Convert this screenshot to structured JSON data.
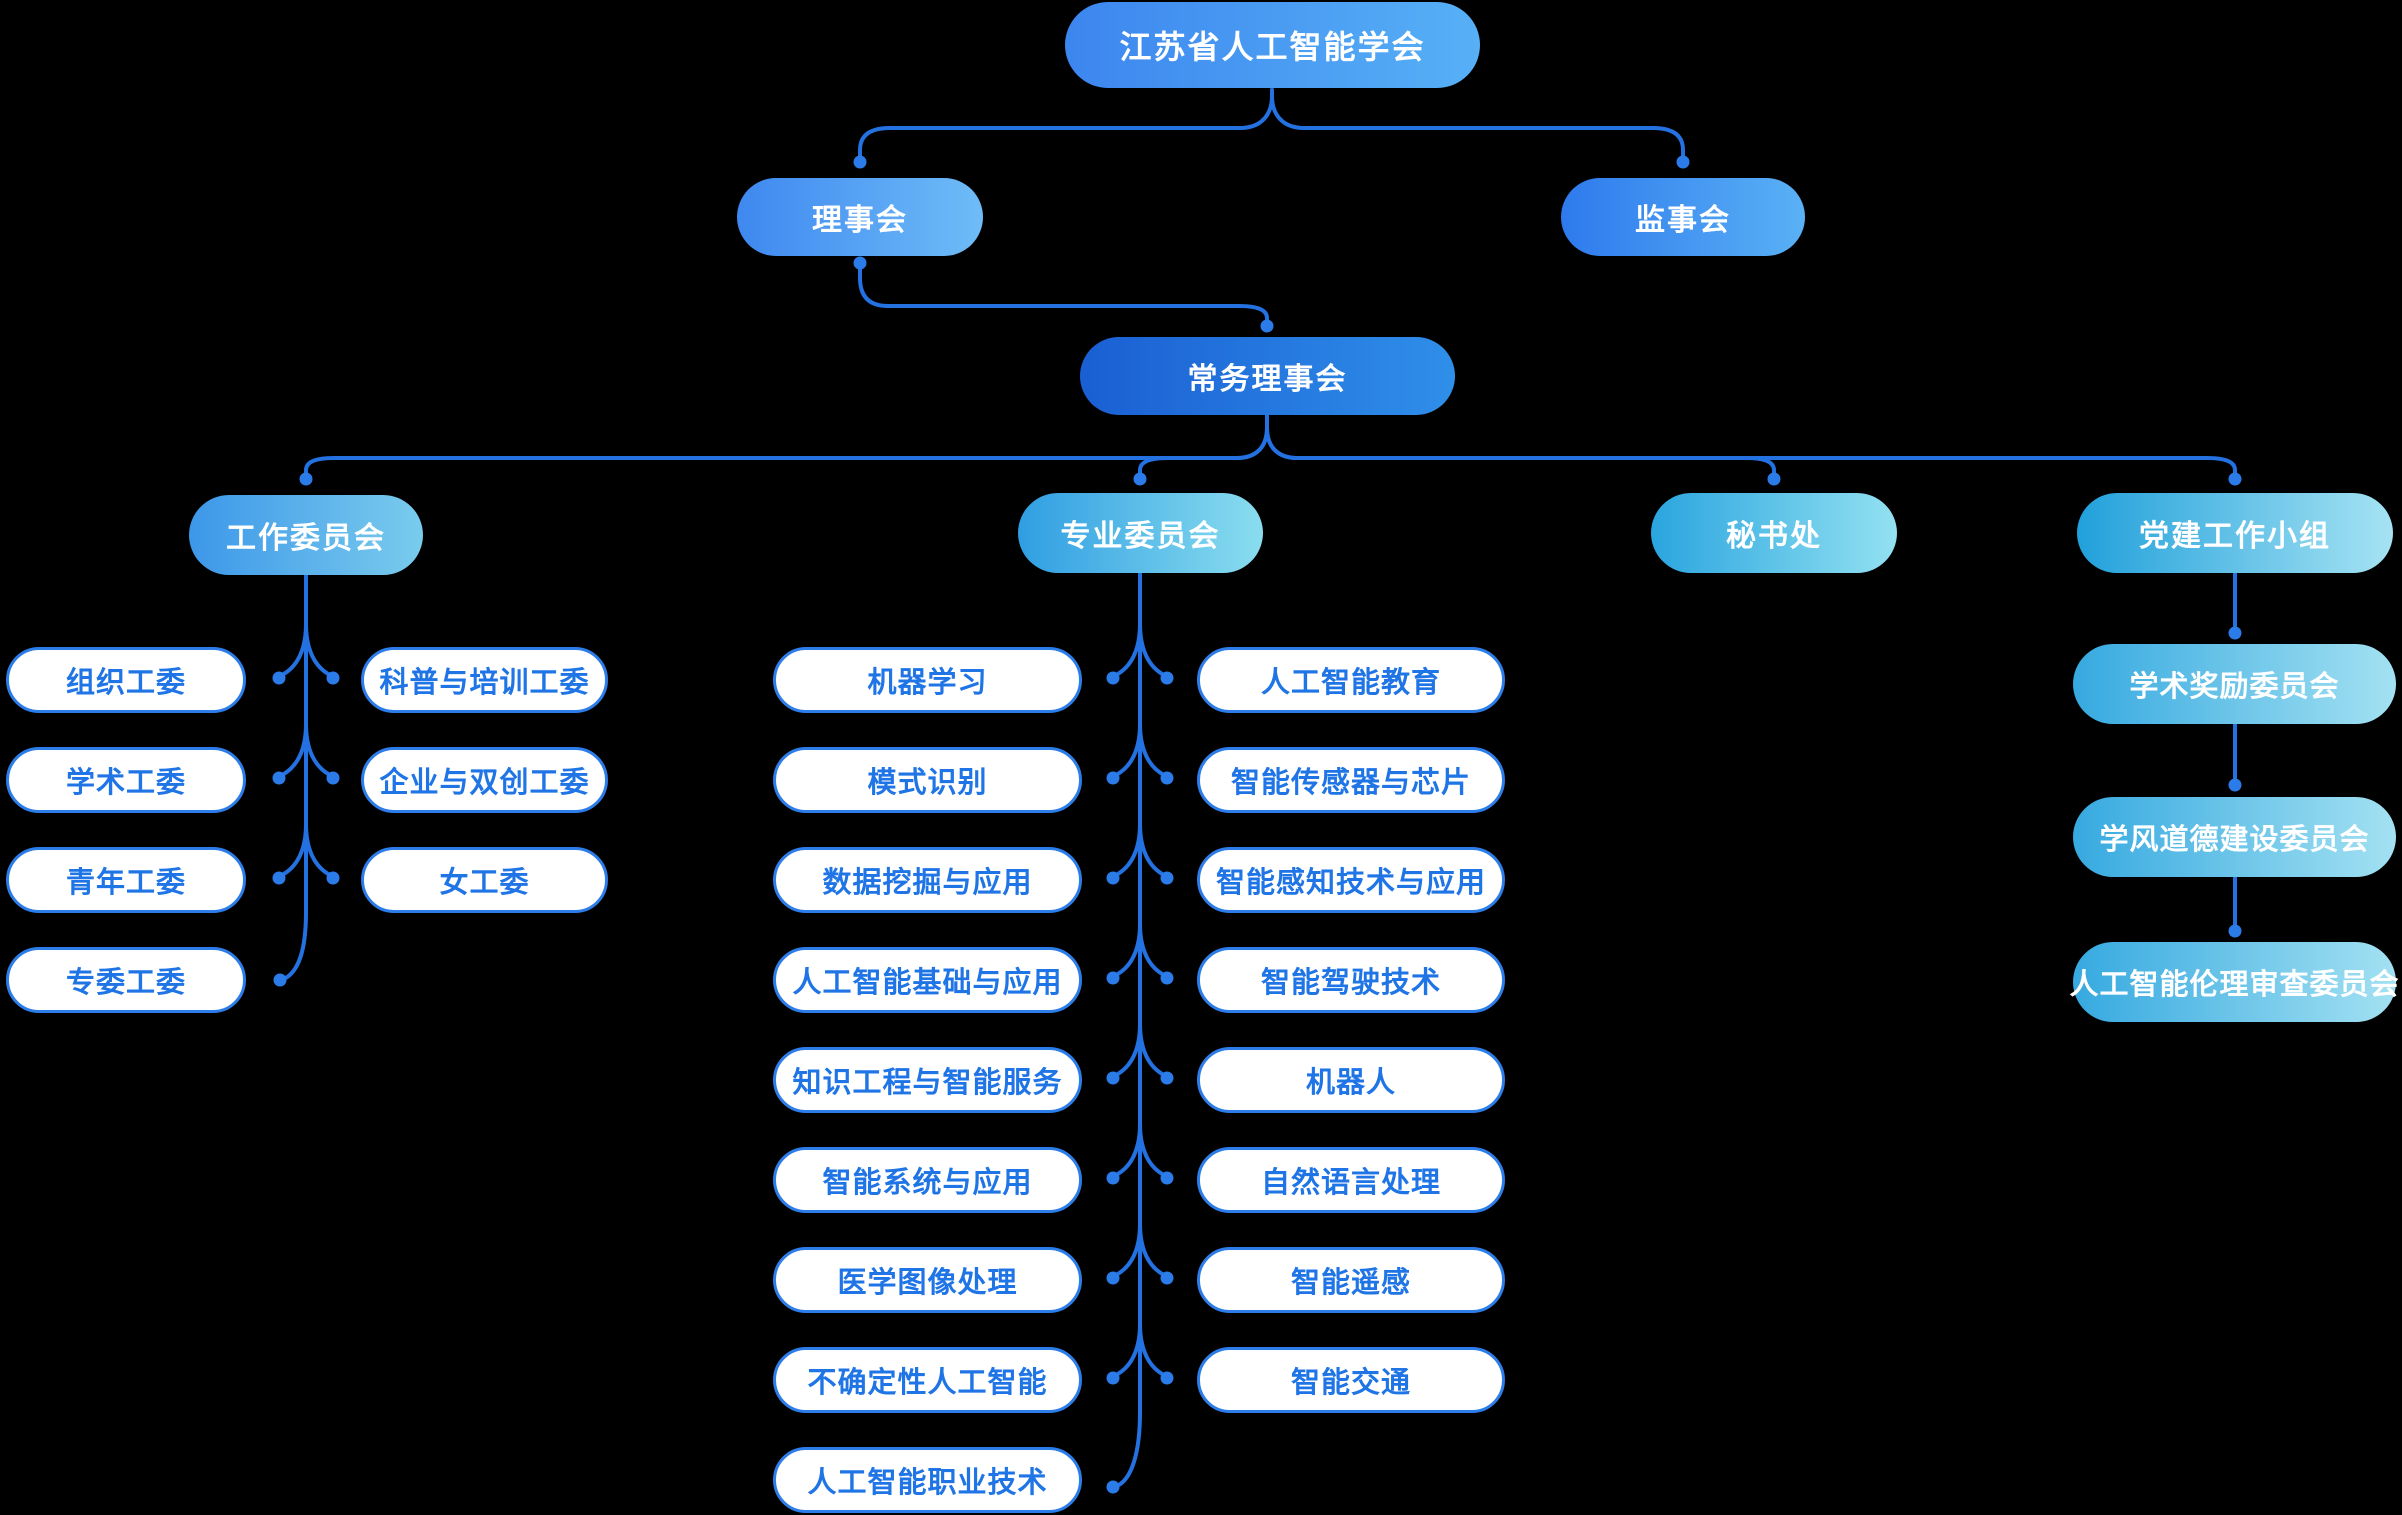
{
  "org": {
    "root": "江苏省人工智能学会",
    "council": "理事会",
    "supervisors": "监事会",
    "standing_council": "常务理事会",
    "branches": {
      "work": "工作委员会",
      "professional": "专业委员会",
      "secretariat": "秘书处",
      "party": "党建工作小组"
    },
    "work_committees": {
      "left": [
        "组织工委",
        "学术工委",
        "青年工委",
        "专委工委"
      ],
      "right": [
        "科普与培训工委",
        "企业与双创工委",
        "女工委"
      ]
    },
    "professional_committees": {
      "left": [
        "机器学习",
        "模式识别",
        "数据挖掘与应用",
        "人工智能基础与应用",
        "知识工程与智能服务",
        "智能系统与应用",
        "医学图像处理",
        "不确定性人工智能",
        "人工智能职业技术"
      ],
      "right": [
        "人工智能教育",
        "智能传感器与芯片",
        "智能感知技术与应用",
        "智能驾驶技术",
        "机器人",
        "自然语言处理",
        "智能遥感",
        "智能交通"
      ]
    },
    "party_committees": [
      "学术奖励委员会",
      "学风道德建设委员会",
      "人工智能伦理审查委员会"
    ]
  },
  "colors": {
    "background": "#000000",
    "line": "#2472E2",
    "dot": "#2B7BE8",
    "leaf_border": "#2C7DE9",
    "leaf_text": "#1F74E6",
    "gradients": {
      "root": [
        "#3C86EF",
        "#57B0F6"
      ],
      "council": [
        "#3E88F0",
        "#6FBCF7"
      ],
      "supervisors": [
        "#2E7AED",
        "#5AB1F5"
      ],
      "standing": [
        "#1A5FD3",
        "#2F8FE9"
      ],
      "work": [
        "#3D97E9",
        "#79CCEC"
      ],
      "professional": [
        "#2F9EE2",
        "#8ADDEF"
      ],
      "secretariat": [
        "#2AA5DF",
        "#93E1F1"
      ],
      "party": [
        "#21A0DB",
        "#A6E3F3"
      ],
      "party_leaf": [
        "#36A9E0",
        "#A3E1F2"
      ]
    }
  }
}
